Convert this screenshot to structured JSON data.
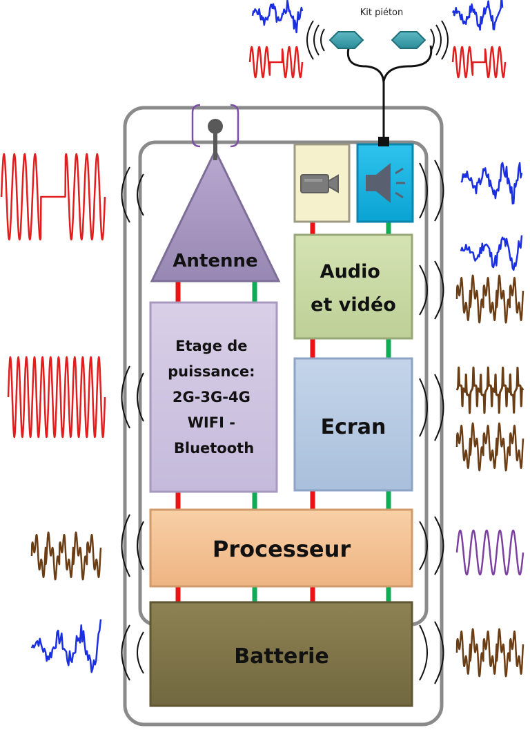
{
  "headset": {
    "label": "Kit piéton"
  },
  "blocks": {
    "antenna": "Antenne",
    "av": [
      "Audio",
      "et vidéo"
    ],
    "power": [
      "Etage de",
      "puissance:",
      "2G-3G-4G",
      "WIFI -",
      "Bluetooth"
    ],
    "screen": "Ecran",
    "cpu": "Processeur",
    "battery": "Batterie"
  },
  "icons": [
    "antenna-icon",
    "camera-icon",
    "speaker-icon",
    "earbud-icon"
  ],
  "colors": {
    "antenna": "#a897c0",
    "power": "#cdc3dc",
    "audio_video": "#c9d8a6",
    "screen": "#b6c9e0",
    "processor": "#f4c396",
    "battery": "#807548",
    "camera_box": "#f4f1cc",
    "speaker_box": "#12b2e0",
    "link_red": "#ee1111",
    "link_green": "#11aa55",
    "wave_red": "#e11d1d",
    "wave_blue": "#1a2fe0",
    "wave_brown": "#6a3d14",
    "wave_purple": "#7b3fa0"
  }
}
